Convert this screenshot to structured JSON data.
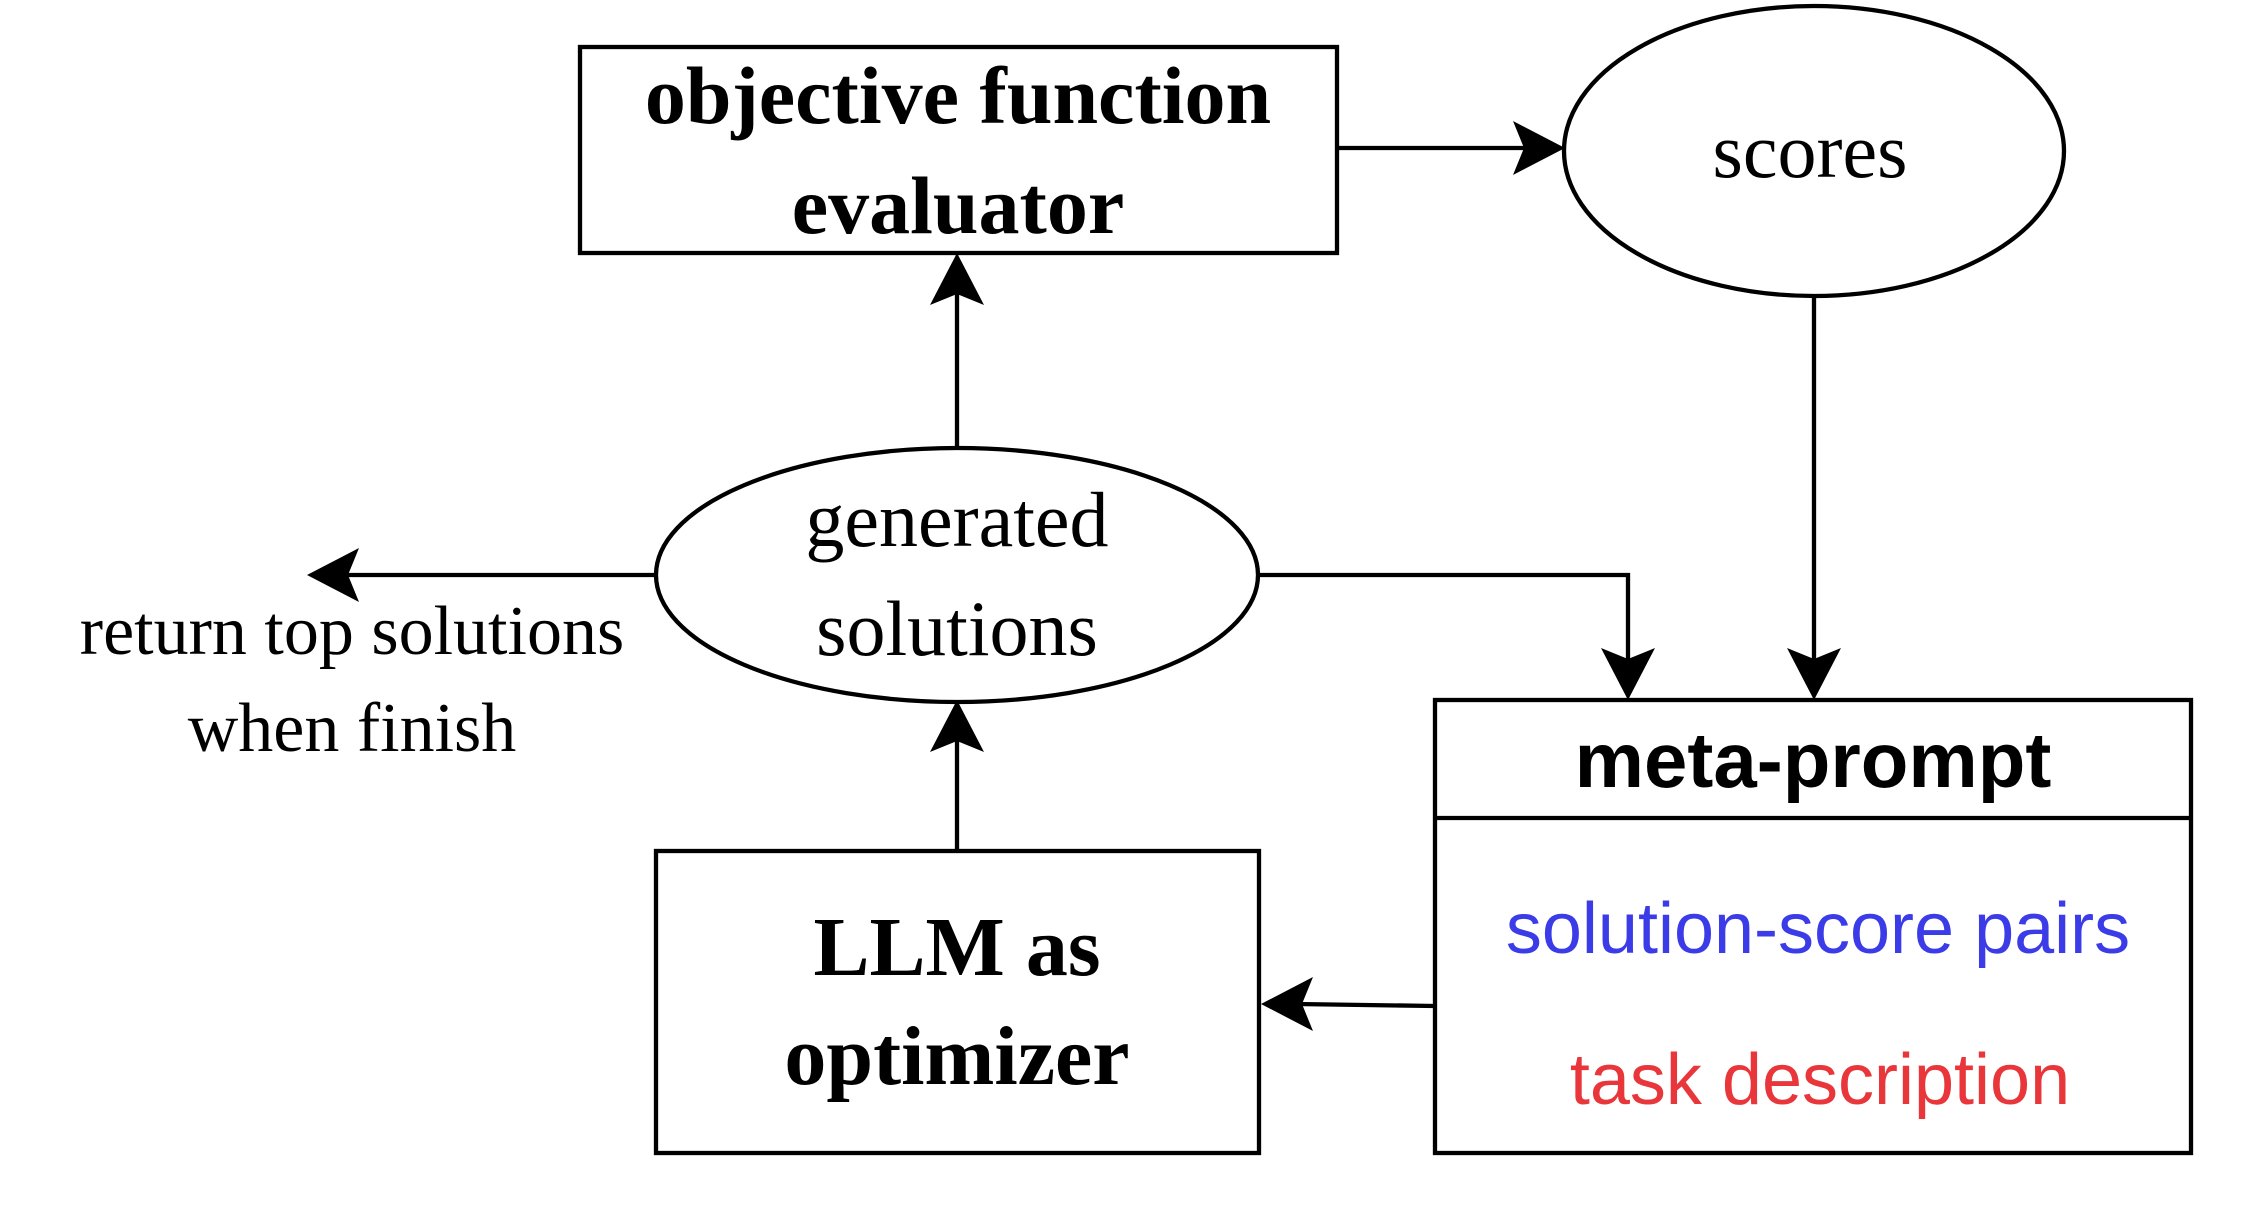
{
  "nodes": {
    "evaluator": {
      "lines": [
        "objective function",
        "evaluator"
      ]
    },
    "scores": {
      "label": "scores"
    },
    "generated": {
      "lines": [
        "generated",
        "solutions"
      ]
    },
    "llm": {
      "lines": [
        "LLM as",
        "optimizer"
      ]
    },
    "meta_prompt": {
      "title": "meta-prompt",
      "items": [
        {
          "text": "solution-score pairs",
          "color": "#3b3be8"
        },
        {
          "text": "task description",
          "color": "#e8363b"
        }
      ]
    }
  },
  "return_note": {
    "lines": [
      "return top solutions",
      "when finish"
    ]
  }
}
